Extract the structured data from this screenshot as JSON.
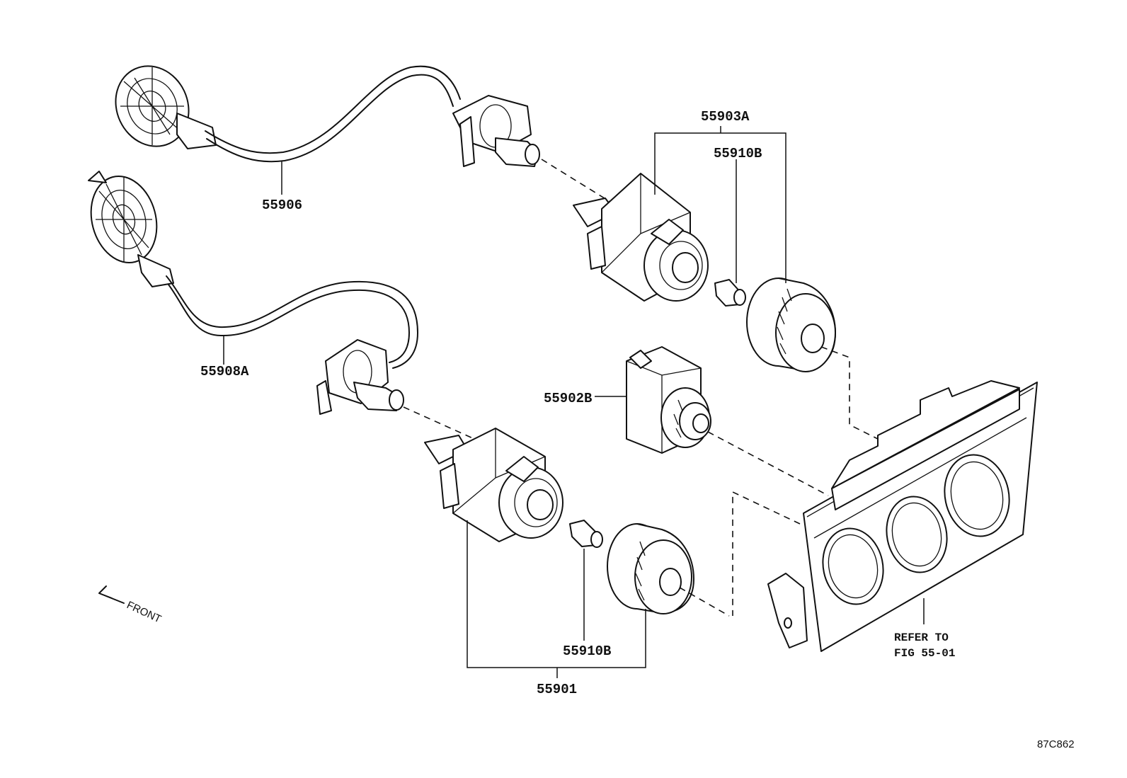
{
  "labels": {
    "p55906": "55906",
    "p55908A": "55908A",
    "p55903A": "55903A",
    "p55910B_top": "55910B",
    "p55902B": "55902B",
    "p55910B_bottom": "55910B",
    "p55901": "55901",
    "refer_line1": "REFER TO",
    "refer_line2": "FIG 55-01",
    "front": "FRONT",
    "diagram_code": "87C862"
  }
}
